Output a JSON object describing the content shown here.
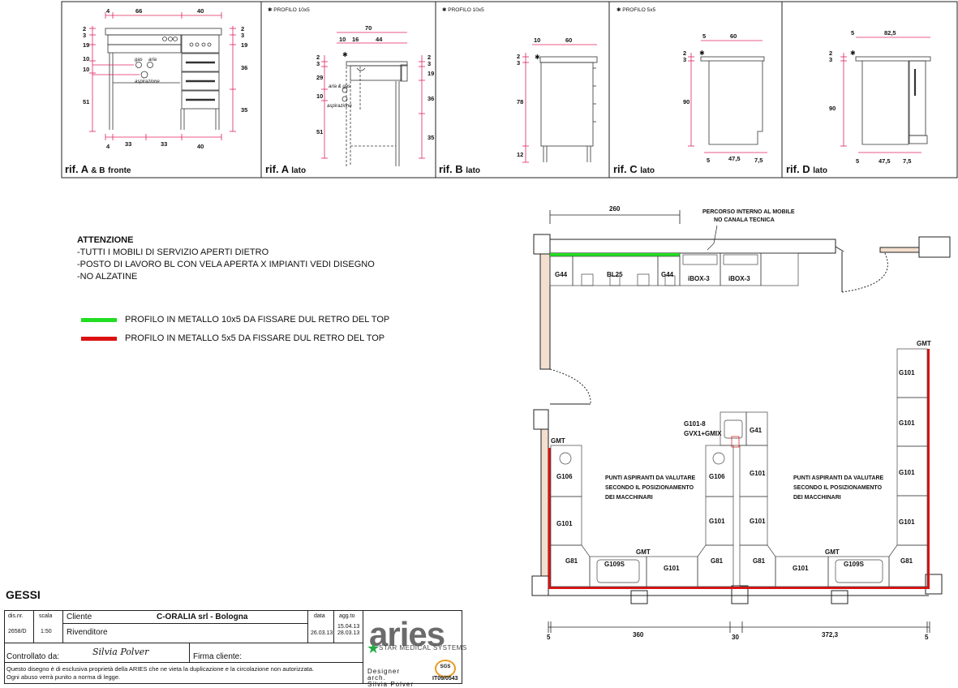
{
  "header_views": [
    {
      "ref": "rif. A",
      "suffix": "& B",
      "view": "fronte",
      "profile": ""
    },
    {
      "ref": "rif. A",
      "suffix": "",
      "view": "lato",
      "profile": "✱ PROFILO 10x5"
    },
    {
      "ref": "rif. B",
      "suffix": "",
      "view": "lato",
      "profile": "✱ PROFILO 10x5"
    },
    {
      "ref": "rif. C",
      "suffix": "",
      "view": "lato",
      "profile": "✱ PROFILO 5x5"
    },
    {
      "ref": "rif. D",
      "suffix": "",
      "view": "lato",
      "profile": ""
    }
  ],
  "front_dims": {
    "top": [
      "4",
      "66",
      "40"
    ],
    "bottom": [
      "4",
      "33",
      "33",
      "40"
    ],
    "left": [
      "2",
      "3",
      "19",
      "10",
      "10",
      "51"
    ],
    "right": [
      "2",
      "3",
      "19",
      "36",
      "35"
    ],
    "labels": [
      "gas",
      "aria",
      "aspirazione"
    ]
  },
  "sideA_dims": {
    "top": [
      "70",
      "10",
      "16",
      "44"
    ],
    "left": [
      "2",
      "3",
      "29",
      "10",
      "51"
    ],
    "right": [
      "2",
      "3",
      "19",
      "36",
      "35"
    ],
    "labels": [
      "aria & gas",
      "aspirazione"
    ]
  },
  "sideB_dims": {
    "top": [
      "10",
      "60"
    ],
    "left": [
      "2",
      "3",
      "78",
      "12"
    ]
  },
  "sideC_dims": {
    "top": [
      "5",
      "60"
    ],
    "left": [
      "2",
      "3",
      "90"
    ],
    "bottom": [
      "5",
      "47,5",
      "7,5"
    ]
  },
  "sideD_dims": {
    "top": [
      "5",
      "82,5"
    ],
    "left": [
      "2",
      "3",
      "90"
    ],
    "bottom": [
      "5",
      "47,5",
      "7,5"
    ]
  },
  "notes": {
    "title": "ATTENZIONE",
    "lines": [
      "-TUTTI I MOBILI DI SERVIZIO APERTI DIETRO",
      "-POSTO DI LAVORO BL CON VELA APERTA X IMPIANTI VEDI DISEGNO",
      "-NO ALZATINE"
    ]
  },
  "legend": [
    {
      "color": "#22dd22",
      "label": "PROFILO IN METALLO 10x5 DA FISSARE DUL RETRO DEL TOP"
    },
    {
      "color": "#dd1111",
      "label": "PROFILO IN METALLO 5x5 DA FISSARE DUL RETRO DEL TOP"
    }
  ],
  "plan": {
    "dim_top": "260",
    "percorso": [
      "PERCORSO INTERNO AL MOBILE",
      "NO CANALA TECNICA"
    ],
    "top_units": [
      "G44",
      "BL25",
      "G44",
      "iBOX-3",
      "iBOX-3"
    ],
    "left_units": [
      "GMT",
      "G106",
      "G101",
      "G81"
    ],
    "bottom_left_units": [
      "GMT",
      "G109S",
      "G101",
      "G81"
    ],
    "center_units": [
      "G101-8",
      "GVX1+GMIX",
      "G41",
      "G106",
      "G101",
      "G101",
      "G101"
    ],
    "bottom_right_units": [
      "G81",
      "G101",
      "GMT",
      "G109S",
      "G81"
    ],
    "right_units": [
      "GMT",
      "G101",
      "G101",
      "G101",
      "G101"
    ],
    "punti": [
      "PUNTI ASPIRANTI DA VALUTARE",
      "SECONDO IL POSIZIONAMENTO",
      "DEI MACCHINARI"
    ],
    "dims_bottom": [
      "5",
      "360",
      "30",
      "372,3",
      "5"
    ]
  },
  "room_name": "GESSI",
  "title_block": {
    "dis_nr_label": "dis.nr.",
    "dis_nr": "2658/D",
    "scala_label": "scala",
    "scala": "1:50",
    "cliente_label": "Cliente",
    "cliente": "C-ORALIA srl - Bologna",
    "rivenditore_label": "Rivenditore",
    "data_label": "data",
    "data": "26.03.13",
    "agg_label": "agg.to",
    "agg": [
      "15.04.13",
      "28.03.13"
    ],
    "controllato": "Controllato da:",
    "firma": "Firma cliente:",
    "copyright": [
      "Questo disegno è di esclusiva proprietà della ARIES che ne vieta la duplicazione e la  circolazione non  autorizzata.",
      "Ogni abuso verrà punito a norma di legge."
    ],
    "brand": "aries",
    "brand_tagline": "STAR MEDICAL SYSTEMS",
    "designer": [
      "Designer",
      "arch.",
      "Silvia Polver"
    ],
    "cert": "IT09/0543",
    "cert_mark": "SGS",
    "signature": "Silvia Polver"
  }
}
